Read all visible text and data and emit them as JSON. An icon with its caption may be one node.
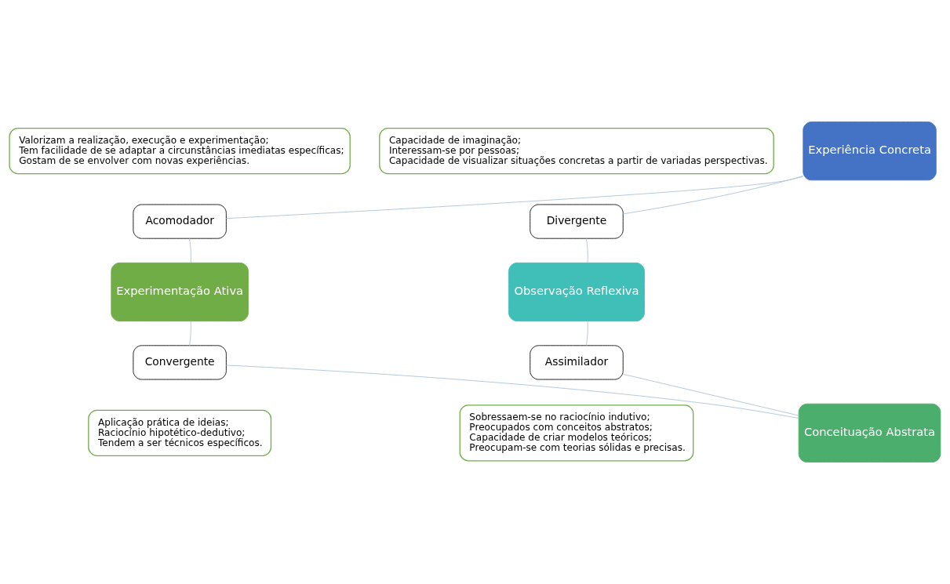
{
  "diagram": {
    "nodes": [
      {
        "text": [
          "Valorizam a realização, execução e experimentação;",
          "Tem facilidade de se adaptar a circunstâncias imediatas específicas;",
          "Gostam de se envolver com novas experiências."
        ]
      },
      {
        "text": [
          "Experiência Concreta"
        ]
      },
      {
        "text": [
          "Capacidade de imaginação;",
          "Interessam-se por pessoas;",
          "Capacidade de visualizar situações concretas a partir de variadas perspectivas."
        ]
      },
      {
        "text": [
          "Acomodador"
        ]
      },
      {
        "text": [
          "Divergente"
        ]
      },
      {
        "text": [
          "Experimentação Ativa"
        ]
      },
      {
        "text": [
          "Observação Reflexiva"
        ]
      },
      {
        "text": [
          "Convergente"
        ]
      },
      {
        "text": [
          "Assimilador"
        ]
      },
      {
        "text": [
          "Aplicação prática de ideias;",
          "Raciocínio hipotético-dedutivo;",
          "Tendem a ser técnicos específicos."
        ]
      },
      {
        "text": [
          "Conceituação Abstrata"
        ]
      },
      {
        "text": [
          "Sobressaem-se no raciocínio indutivo;",
          "Preocupados com conceitos abstratos;",
          "Capacidade de criar modelos teóricos;",
          "Preocupam-se com teorias sólidas e precisas."
        ]
      }
    ],
    "edges": [
      {
        "from": 1,
        "to": 4,
        "arrow": "none"
      },
      {
        "from": 4,
        "to": 6,
        "arrow": "none"
      },
      {
        "from": 6,
        "to": 8,
        "arrow": "none"
      },
      {
        "from": 8,
        "to": 10,
        "arrow": "none"
      },
      {
        "from": 10,
        "to": 7,
        "arrow": "none"
      },
      {
        "from": 7,
        "to": 5,
        "arrow": "none"
      },
      {
        "from": 5,
        "to": 3,
        "arrow": "none"
      },
      {
        "from": 3,
        "to": 1,
        "arrow": "none"
      }
    ]
  }
}
